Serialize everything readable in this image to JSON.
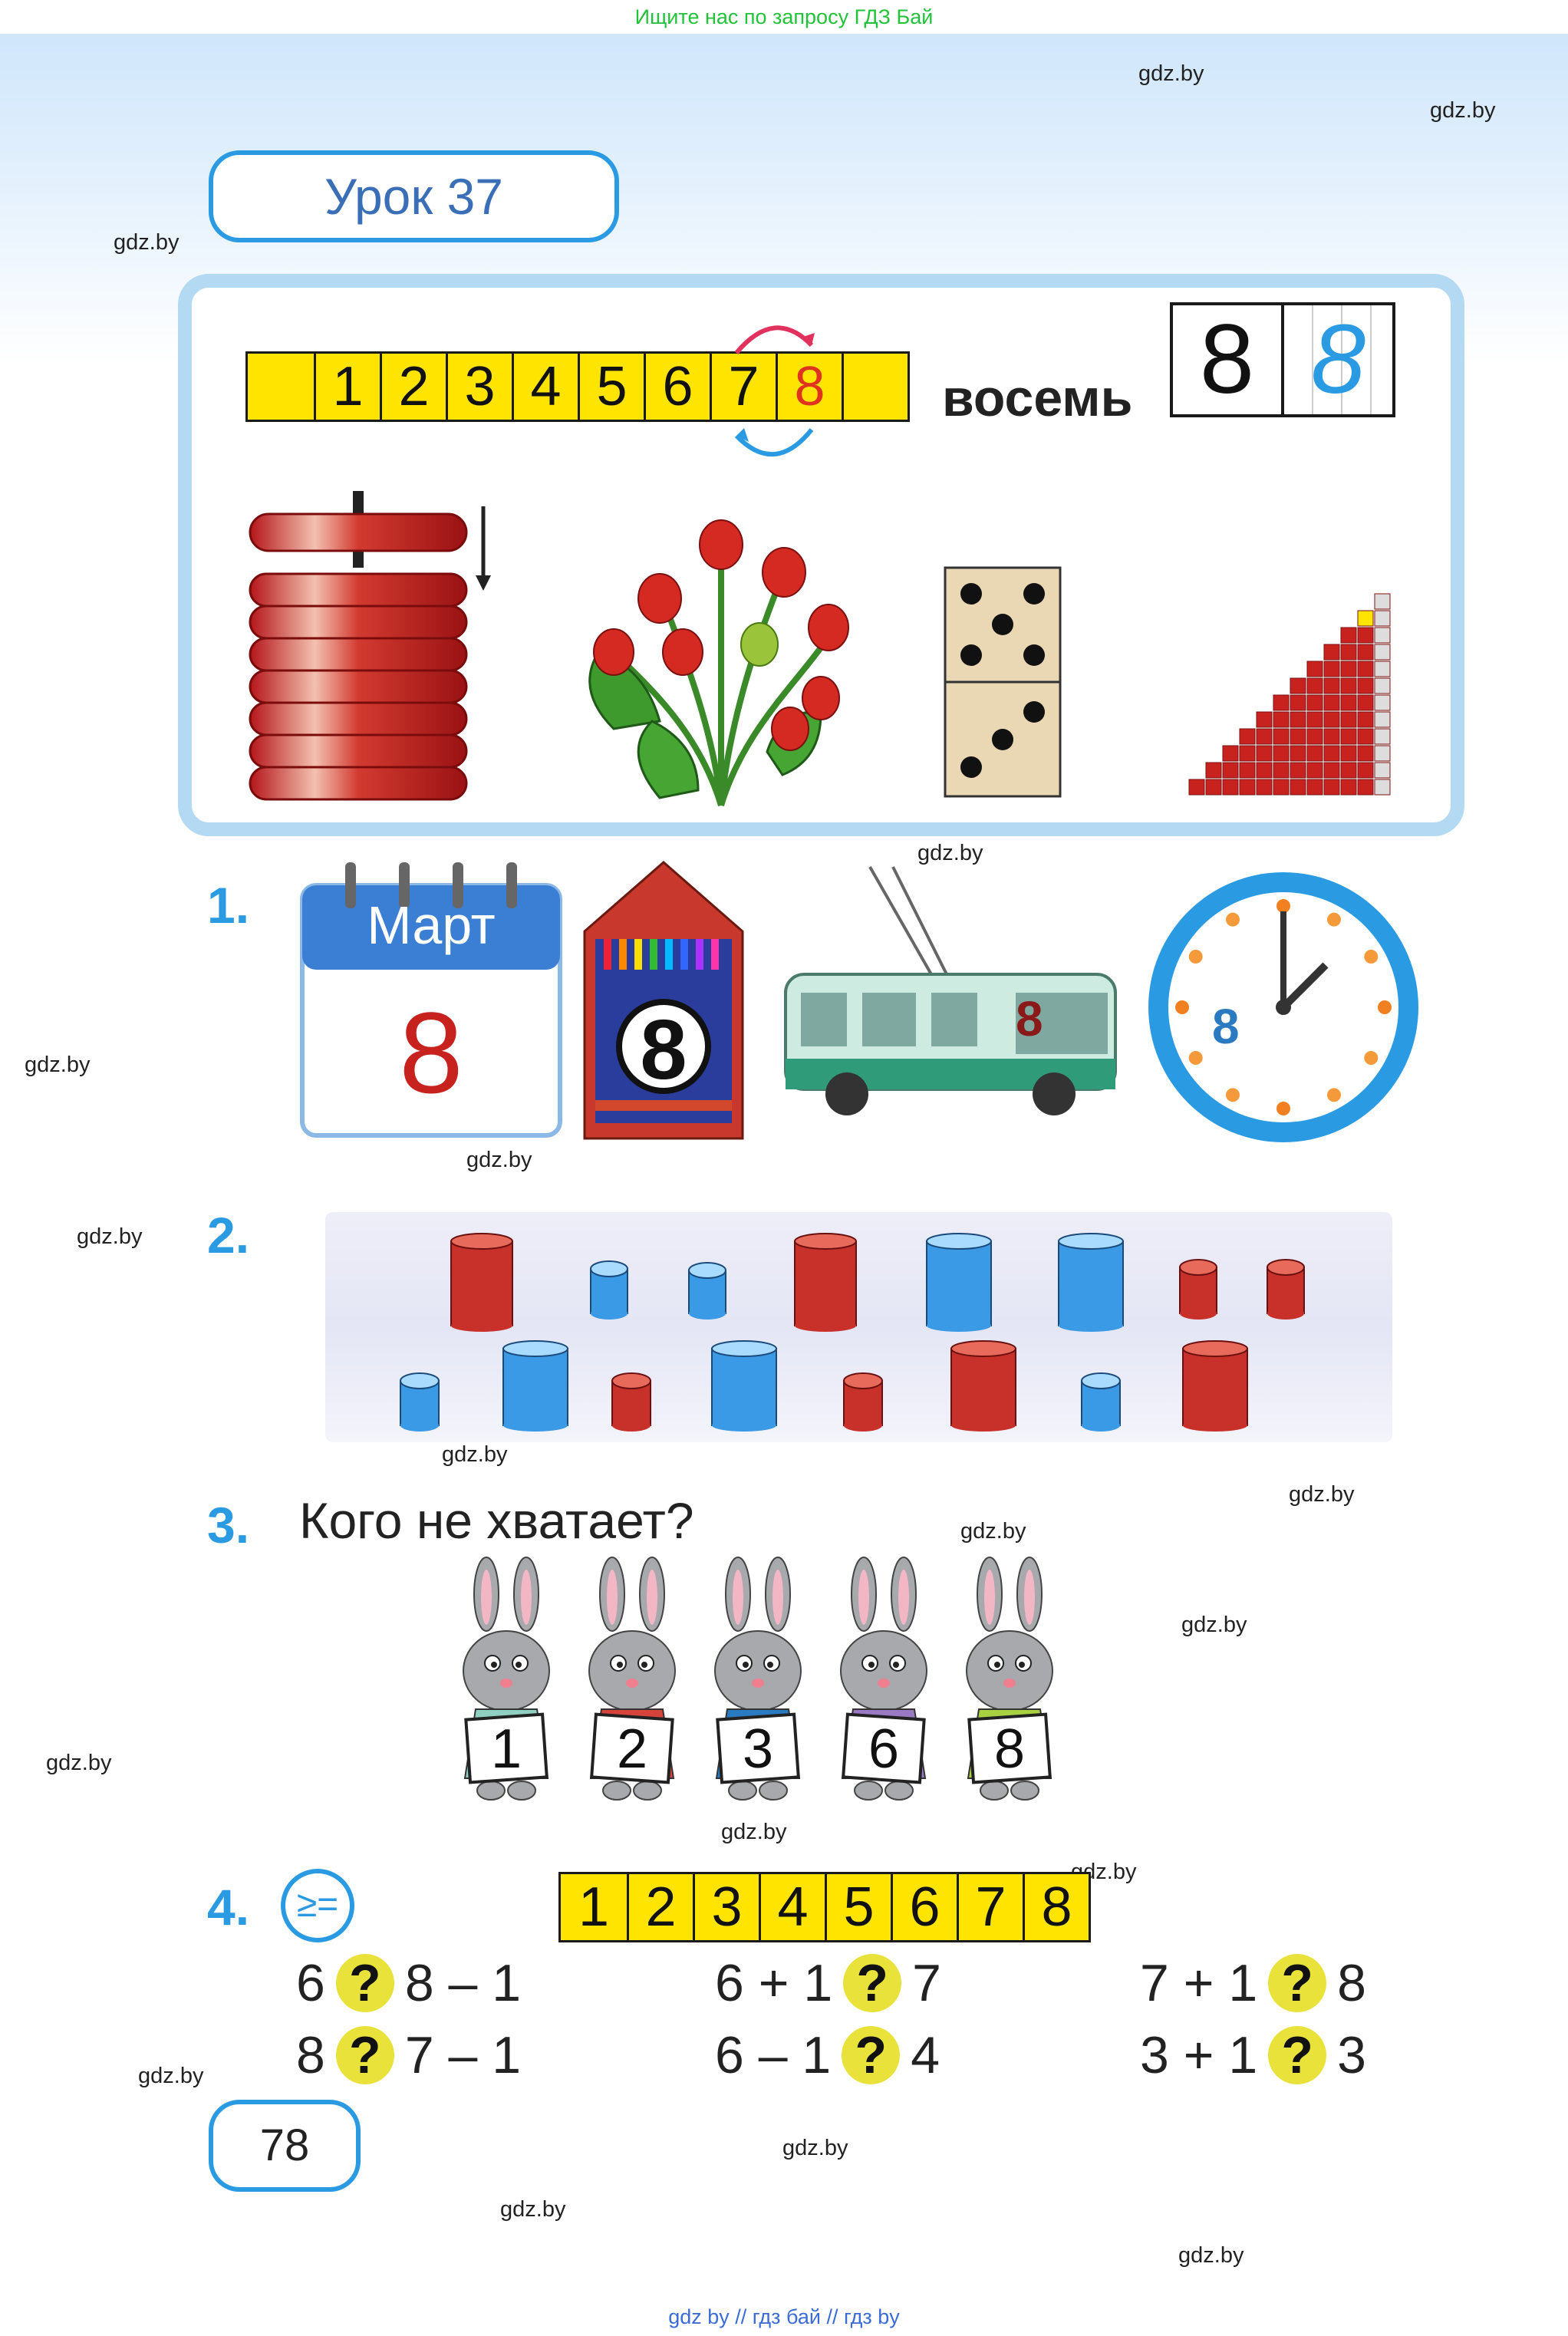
{
  "header_note": "Ищите нас по запросу ГДЗ Бай",
  "footer_note": "gdz by  //  гдз бай  //  гдз by",
  "watermark": "gdz.by",
  "lesson_title": "Урок 37",
  "intro": {
    "number_strip": [
      "1",
      "2",
      "3",
      "4",
      "5",
      "6",
      "7",
      "8"
    ],
    "word": "восемь",
    "digit_print": "8",
    "digit_script": "8"
  },
  "task1": {
    "number": "1.",
    "calendar_month": "Март",
    "calendar_day": "8",
    "crayon_box_number": "8",
    "trolleybus_number": "8",
    "clock_hour_label": "8"
  },
  "task2": {
    "number": "2."
  },
  "task3": {
    "number": "3.",
    "question": "Кого не хватает?",
    "cards": [
      "1",
      "2",
      "3",
      "6",
      "8"
    ]
  },
  "task4": {
    "number": "4.",
    "icon_label": "≥=",
    "number_strip": [
      "1",
      "2",
      "3",
      "4",
      "5",
      "6",
      "7",
      "8"
    ],
    "rows": [
      [
        {
          "left": "6",
          "right": "8 – 1"
        },
        {
          "left": "6 + 1",
          "right": "7"
        },
        {
          "left": "7 + 1",
          "right": "8"
        }
      ],
      [
        {
          "left": "8",
          "right": "7 – 1"
        },
        {
          "left": "6 – 1",
          "right": "4"
        },
        {
          "left": "3 + 1",
          "right": "3"
        }
      ]
    ],
    "unknown_mark": "?"
  },
  "page_number": "78",
  "colors": {
    "accent_blue": "#2a9be2",
    "strip_yellow": "#ffe400",
    "red": "#c8221f",
    "watermark_green": "#22c23a"
  }
}
